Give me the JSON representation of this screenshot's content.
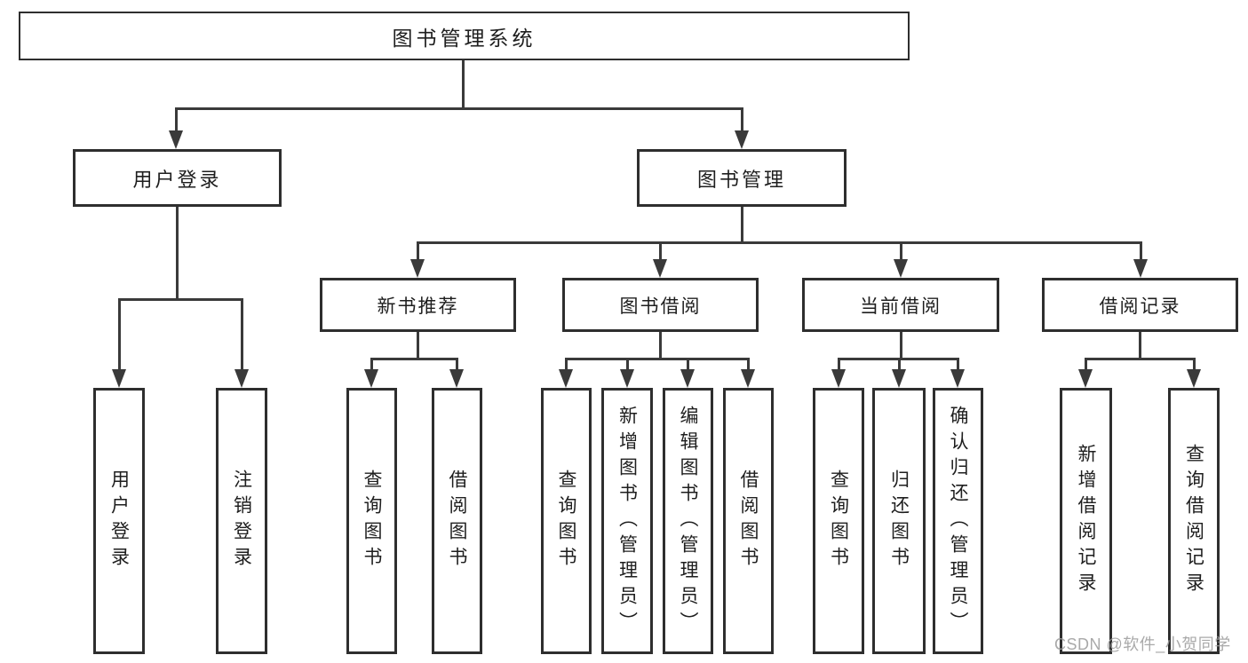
{
  "nodes": {
    "root": "图书管理系统",
    "login": "用户登录",
    "manage": "图书管理",
    "recommend": "新书推荐",
    "borrow": "图书借阅",
    "current": "当前借阅",
    "records": "借阅记录"
  },
  "leaves": {
    "login": [
      "用户登录",
      "注销登录"
    ],
    "recommend": [
      "查询图书",
      "借阅图书"
    ],
    "borrow": [
      "查询图书",
      "新增图书（管理员）",
      "编辑图书（管理员）",
      "借阅图书"
    ],
    "current": [
      "查询图书",
      "归还图书",
      "确认归还（管理员）"
    ],
    "records": [
      "新增借阅记录",
      "查询借阅记录"
    ]
  },
  "watermark": "CSDN @软件_小贺同学",
  "colors": {
    "line": "#3a3a3a",
    "box_border": "#2e2e2e",
    "text": "#1e1e1e",
    "watermark": "#9e9e9e",
    "background": "#ffffff"
  }
}
